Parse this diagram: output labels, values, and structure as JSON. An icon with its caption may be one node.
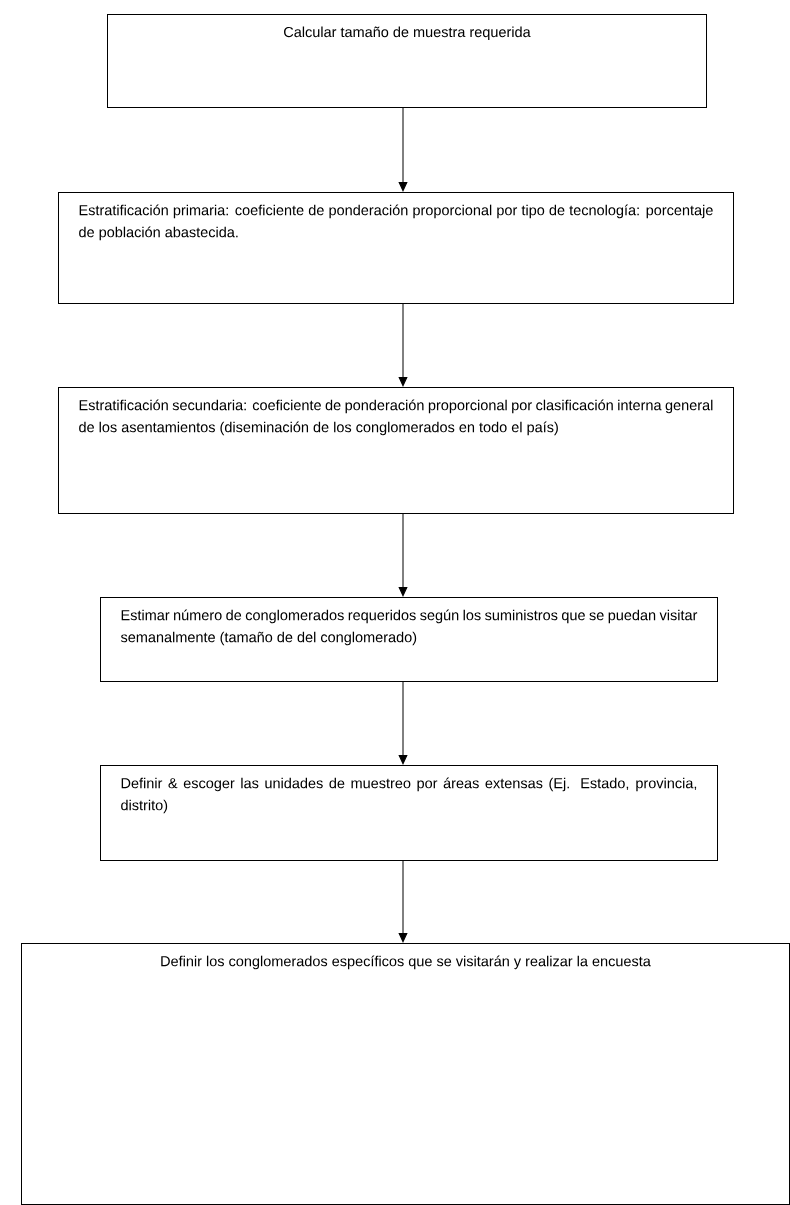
{
  "diagram": {
    "nodes": [
      {
        "text": [
          "Calcular tamaño de muestra requerida"
        ]
      },
      {
        "text": [
          "Estratificación primaria: coeficiente de ponderación proporcional por tipo de tecnología: porcentaje de población abastecida."
        ]
      },
      {
        "text": [
          "Estratificación secundaria: coeficiente de ponderación proporcional por clasificación interna general de los asentamientos (diseminación de los conglomerados en todo el país)"
        ]
      },
      {
        "text": [
          "Estimar número de conglomerados requeridos según los suministros que se puedan visitar semanalmente (tamaño de del conglomerado)"
        ]
      },
      {
        "text": [
          "Definir & escoger las unidades de muestreo por áreas extensas (Ej. Estado, provincia, distrito)"
        ]
      },
      {
        "text": [
          "Definir los conglomerados específicos que se visitarán y realizar la encuesta"
        ]
      }
    ],
    "edges": [
      {
        "from": 0,
        "to": 1,
        "arrow": "to"
      },
      {
        "from": 1,
        "to": 2,
        "arrow": "to"
      },
      {
        "from": 2,
        "to": 3,
        "arrow": "to"
      },
      {
        "from": 3,
        "to": 4,
        "arrow": "to"
      },
      {
        "from": 4,
        "to": 5,
        "arrow": "to"
      }
    ]
  }
}
